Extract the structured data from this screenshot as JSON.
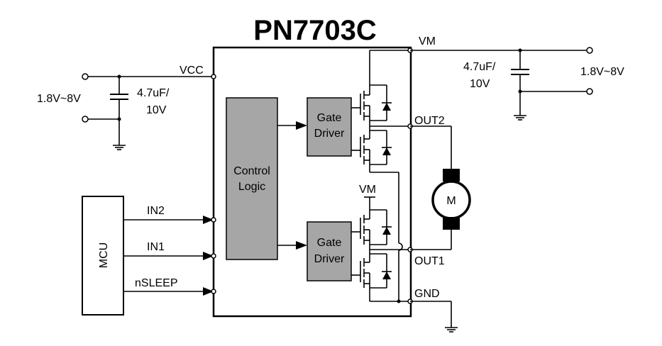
{
  "title": "PN7703C",
  "pins": {
    "vcc": "VCC",
    "vm": "VM",
    "out2": "OUT2",
    "out1": "OUT1",
    "gnd": "GND",
    "vm_internal": "VM",
    "in2": "IN2",
    "in1": "IN1",
    "nsleep": "nSLEEP"
  },
  "blocks": {
    "control_line1": "Control",
    "control_line2": "Logic",
    "gate_top_line1": "Gate",
    "gate_top_line2": "Driver",
    "gate_bottom_line1": "Gate",
    "gate_bottom_line2": "Driver",
    "mcu": "MCU",
    "motor": "M"
  },
  "supply_left": {
    "voltage": "1.8V~8V",
    "cap_value": "4.7uF/",
    "cap_rating": "10V"
  },
  "supply_right": {
    "voltage": "1.8V~8V",
    "cap_value": "4.7uF/",
    "cap_rating": "10V"
  },
  "colors": {
    "block_fill": "#a6a6a6",
    "line": "#000000"
  }
}
